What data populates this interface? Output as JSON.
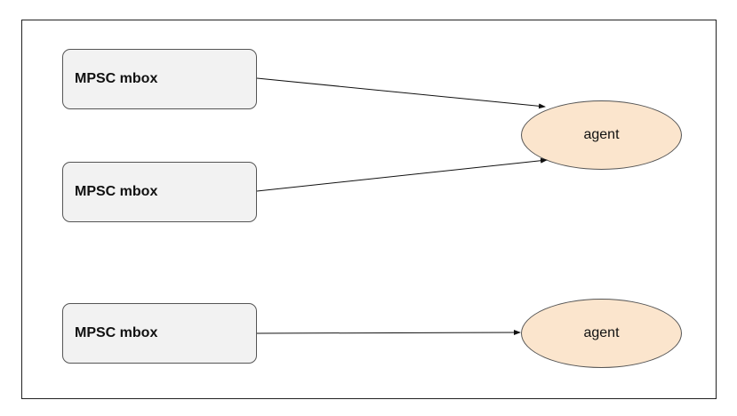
{
  "diagram": {
    "mailboxes": [
      {
        "label": "MPSC mbox"
      },
      {
        "label": "MPSC mbox"
      },
      {
        "label": "MPSC mbox"
      }
    ],
    "agents": [
      {
        "label": "agent"
      },
      {
        "label": "agent"
      }
    ],
    "connections": [
      {
        "from": "mailbox-1",
        "to": "agent-1"
      },
      {
        "from": "mailbox-2",
        "to": "agent-1"
      },
      {
        "from": "mailbox-3",
        "to": "agent-2"
      }
    ],
    "colors": {
      "mailbox_fill": "#f2f2f2",
      "agent_fill": "#fbe5cd",
      "stroke": "#555555",
      "arrow": "#111111"
    }
  }
}
